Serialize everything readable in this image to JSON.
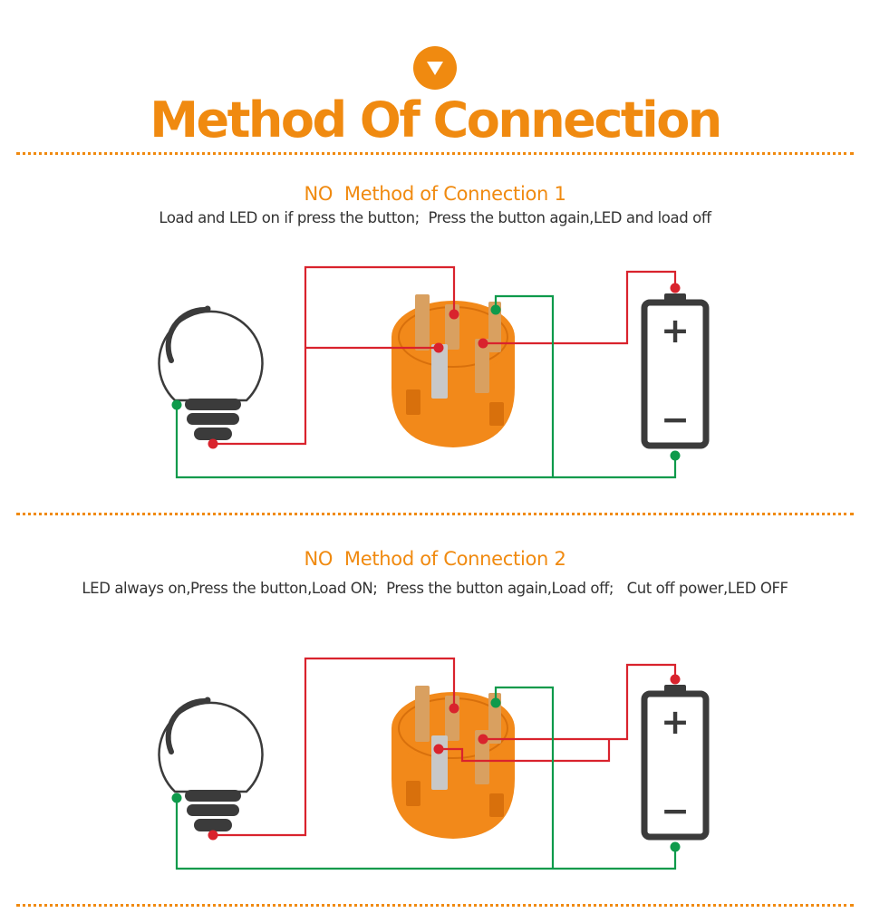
{
  "header": {
    "title": "Method Of Connection",
    "icon": "down-triangle-icon"
  },
  "colors": {
    "accent": "#F08A10",
    "wire_red": "#D9232D",
    "wire_green": "#0E9A4B",
    "switch_orange": "#F2891A",
    "switch_orange_dark": "#D8700C",
    "terminal_metal": "#D9A060",
    "outline": "#3B3B3B"
  },
  "sections": [
    {
      "title": "NO  Method of Connection 1",
      "description": "Load and LED on if press the button;  Press the button again,LED and load off"
    },
    {
      "title": "NO  Method of Connection 2",
      "description": "LED always on,Press the button,Load ON;  Press the button again,Load off;   Cut off power,LED OFF"
    }
  ],
  "battery": {
    "plus_symbol": "+",
    "minus_symbol": "−"
  }
}
